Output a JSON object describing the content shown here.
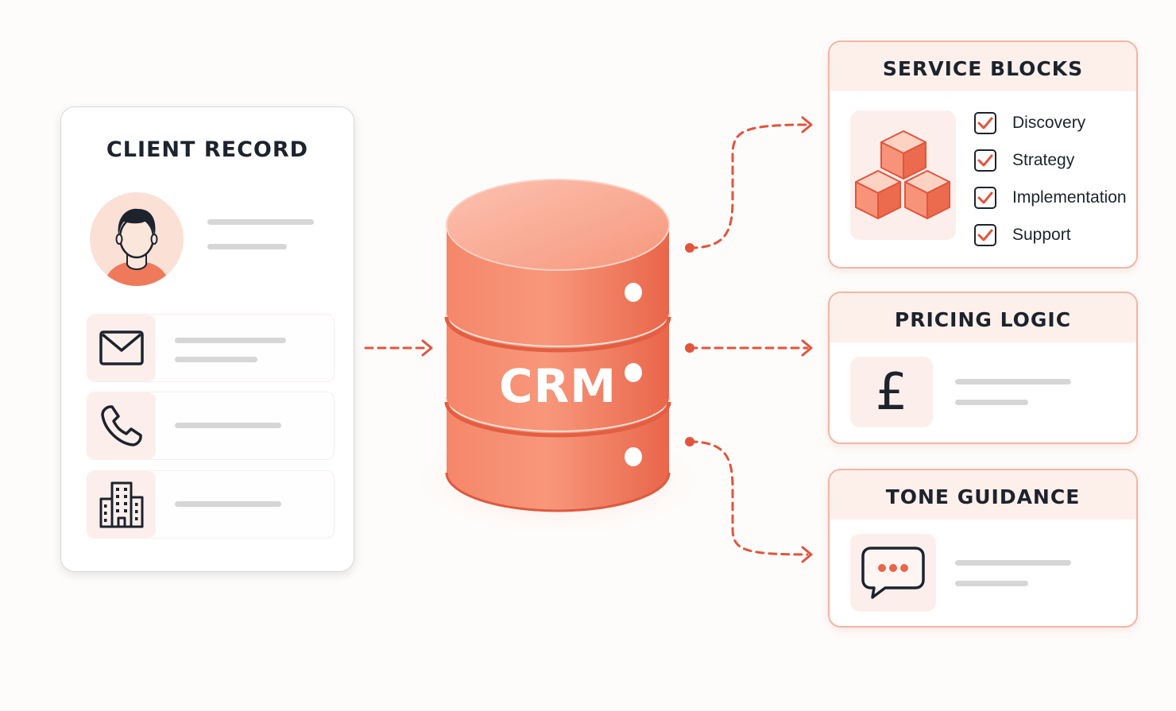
{
  "client_record": {
    "title": "CLIENT RECORD"
  },
  "crm": {
    "label": "CRM"
  },
  "service_blocks": {
    "title": "SERVICE BLOCKS",
    "items": [
      "Discovery",
      "Strategy",
      "Implementation",
      "Support"
    ]
  },
  "pricing_logic": {
    "title": "PRICING LOGIC",
    "symbol": "£"
  },
  "tone_guidance": {
    "title": "TONE GUIDANCE"
  },
  "colors": {
    "accent": "#e9664a",
    "arrow": "#e2543c",
    "text": "#1d232d",
    "placeholder": "#d6d6d6"
  },
  "icons": [
    "person-avatar-icon",
    "mail-icon",
    "phone-icon",
    "building-icon",
    "cubes-icon",
    "checkbox-icon",
    "pound-icon",
    "speech-bubble-icon"
  ]
}
